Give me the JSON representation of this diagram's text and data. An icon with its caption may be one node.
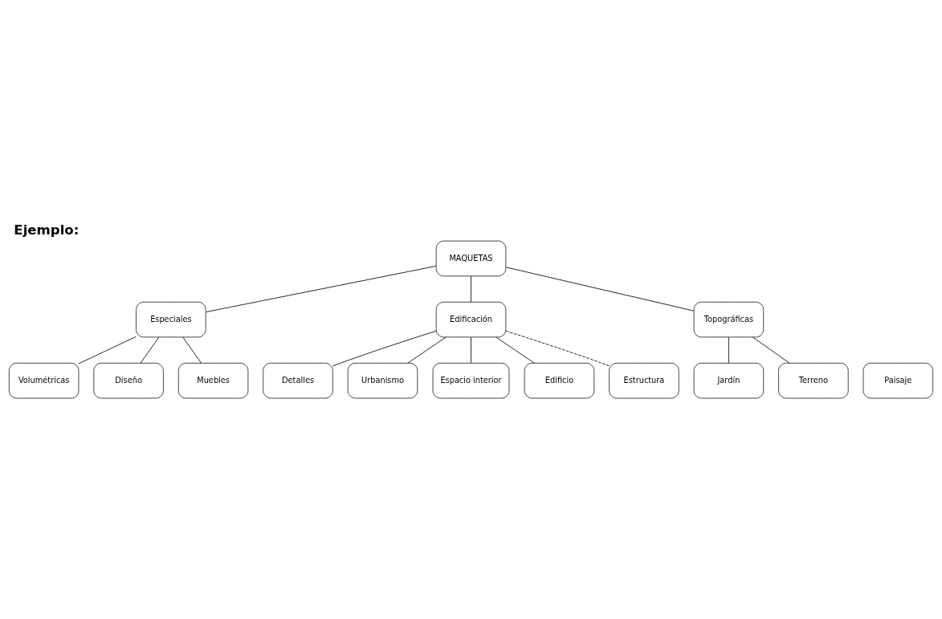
{
  "diagram": {
    "title": "Ejemplo:",
    "nodes": [
      {
        "text": [
          "MAQUETAS"
        ]
      },
      {
        "text": [
          "Especiales"
        ]
      },
      {
        "text": [
          "Edificación"
        ]
      },
      {
        "text": [
          "Topográficas"
        ]
      },
      {
        "text": [
          "Volumétricas"
        ]
      },
      {
        "text": [
          "Diseño"
        ]
      },
      {
        "text": [
          "Jardín"
        ]
      },
      {
        "text": [
          "Terreno"
        ]
      },
      {
        "text": [
          "Muebles"
        ]
      },
      {
        "text": [
          "Detalles"
        ]
      },
      {
        "text": [
          "Urbanismo"
        ]
      },
      {
        "text": [
          "Paisaje"
        ]
      },
      {
        "text": [
          "Espacio interior"
        ]
      },
      {
        "text": [
          "Edificio"
        ]
      },
      {
        "text": [
          "Estructura"
        ]
      }
    ],
    "edges": [
      {
        "from": 0,
        "to": 1,
        "arrow": "none"
      },
      {
        "from": 0,
        "to": 2,
        "arrow": "none"
      },
      {
        "from": 0,
        "to": 3,
        "arrow": "none"
      },
      {
        "from": 1,
        "to": 4,
        "arrow": "none"
      },
      {
        "from": 1,
        "to": 8,
        "arrow": "none"
      },
      {
        "from": 1,
        "to": 5,
        "arrow": "none"
      },
      {
        "from": 2,
        "to": 9,
        "arrow": "none"
      },
      {
        "from": 2,
        "to": 12,
        "arrow": "none"
      },
      {
        "from": 2,
        "to": 14,
        "arrow": "none",
        "style": "dashed"
      },
      {
        "from": 2,
        "to": 13,
        "arrow": "none"
      },
      {
        "from": 2,
        "to": 10,
        "arrow": "none"
      },
      {
        "from": 3,
        "to": 6,
        "arrow": "none"
      },
      {
        "from": 3,
        "to": 7,
        "arrow": "none"
      }
    ]
  }
}
